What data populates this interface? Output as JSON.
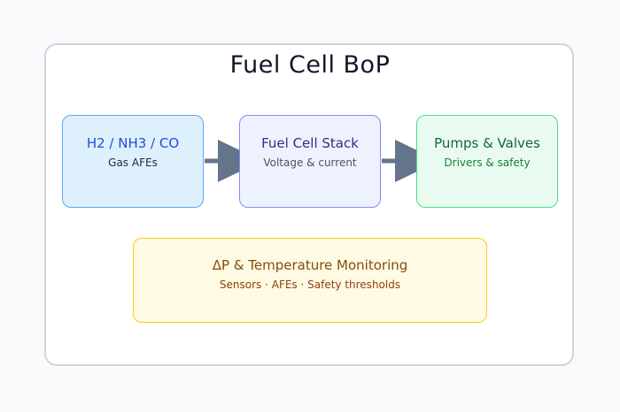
{
  "diagram": {
    "title": "Fuel Cell BoP",
    "nodes": {
      "sensors": {
        "label": "H2 / NH3 / CO",
        "sub": "Gas AFEs"
      },
      "stack": {
        "label": "Fuel Cell Stack",
        "sub": "Voltage & current"
      },
      "pumps": {
        "label": "Pumps & Valves",
        "sub": "Drivers & safety"
      },
      "monitor": {
        "label": "ΔP & Temperature Monitoring",
        "sub": "Sensors · AFEs · Safety thresholds"
      }
    },
    "edges": [
      {
        "from": "sensors",
        "to": "stack"
      },
      {
        "from": "stack",
        "to": "pumps"
      }
    ],
    "colors": {
      "arrow": "#64748b",
      "frame_border": "#d1d5db"
    }
  }
}
